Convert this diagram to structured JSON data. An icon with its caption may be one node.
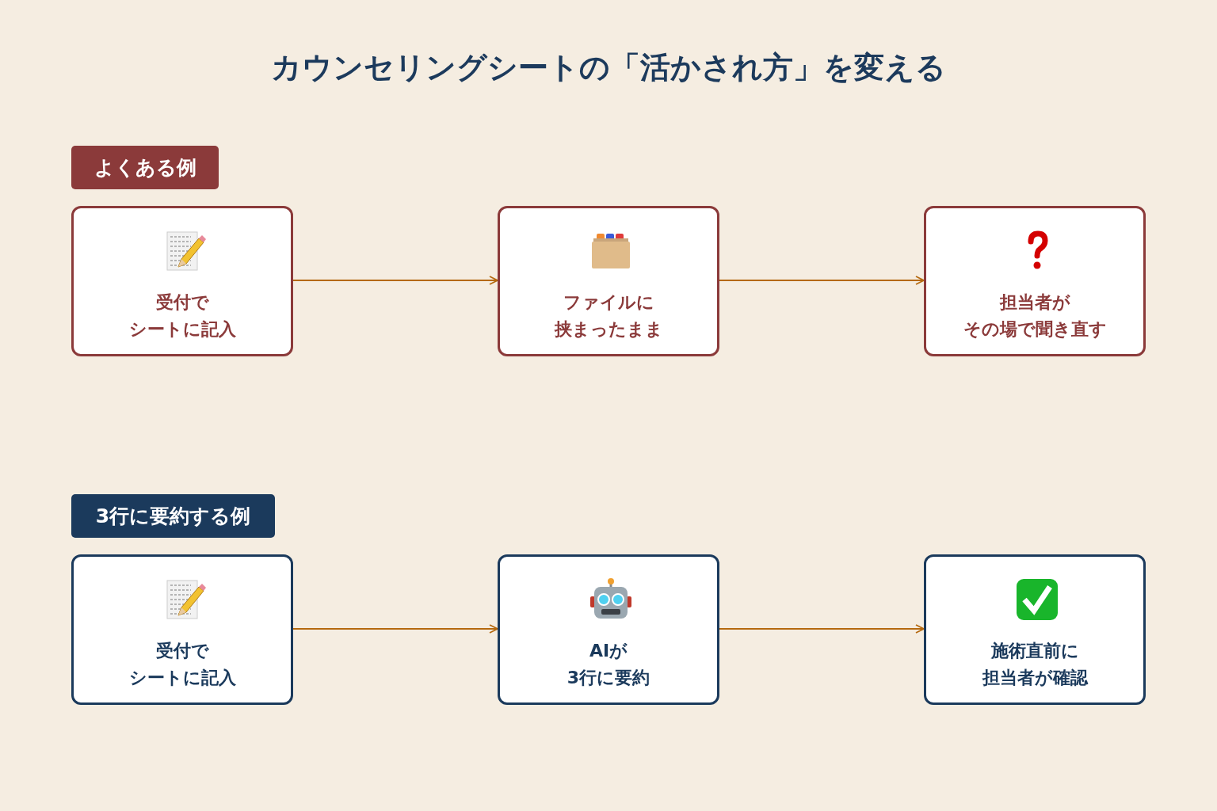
{
  "diagram": {
    "title": "カウンセリングシートの「活かされ方」を変える",
    "nodes": [
      {
        "text": [
          "よくある例"
        ]
      },
      {
        "text": [
          "受付でシートに記入"
        ]
      },
      {
        "text": [
          "ファイルに挟まったまま"
        ]
      },
      {
        "text": [
          "担当者がその場で聞き直す"
        ]
      },
      {
        "text": [
          "3行に要約する例"
        ]
      },
      {
        "text": [
          "受付でシートに記入"
        ]
      },
      {
        "text": [
          "AIが3行に要約"
        ]
      },
      {
        "text": [
          "施術直前に担当者が確認"
        ]
      }
    ],
    "edges": [
      {
        "from": 1,
        "to": 2,
        "arrow": "to"
      },
      {
        "from": 2,
        "to": 3,
        "arrow": "to"
      },
      {
        "from": 5,
        "to": 6,
        "arrow": "to"
      },
      {
        "from": 6,
        "to": 7,
        "arrow": "to"
      }
    ]
  }
}
